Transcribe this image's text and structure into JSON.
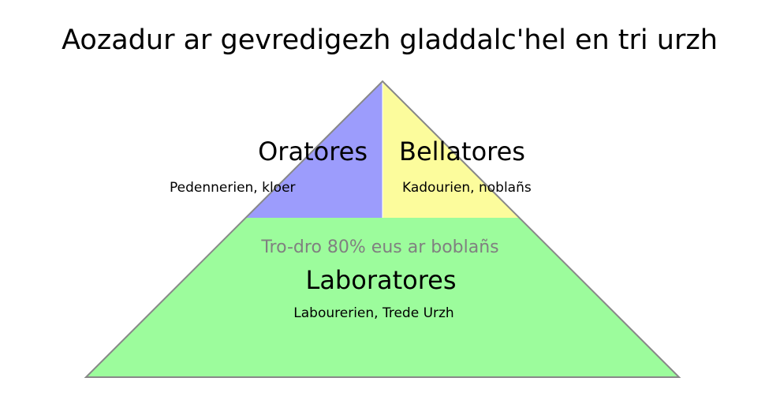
{
  "title": "Aozadur ar gevredigezh gladdalc'hel en tri urzh",
  "colors": {
    "oratores": "#9c9cfc",
    "bellatores": "#fcfc9c",
    "laboratores": "#9cfc9c",
    "outline": "#888888",
    "note": "#808080"
  },
  "tiers": {
    "oratores": {
      "name": "Oratores",
      "desc": "Pedennerien, kloer"
    },
    "bellatores": {
      "name": "Bellatores",
      "desc": "Kadourien, noblañs"
    },
    "laboratores": {
      "name": "Laboratores",
      "desc": "Labourerien, Trede Urzh",
      "note": "Tro-dro 80% eus ar boblañs"
    }
  }
}
